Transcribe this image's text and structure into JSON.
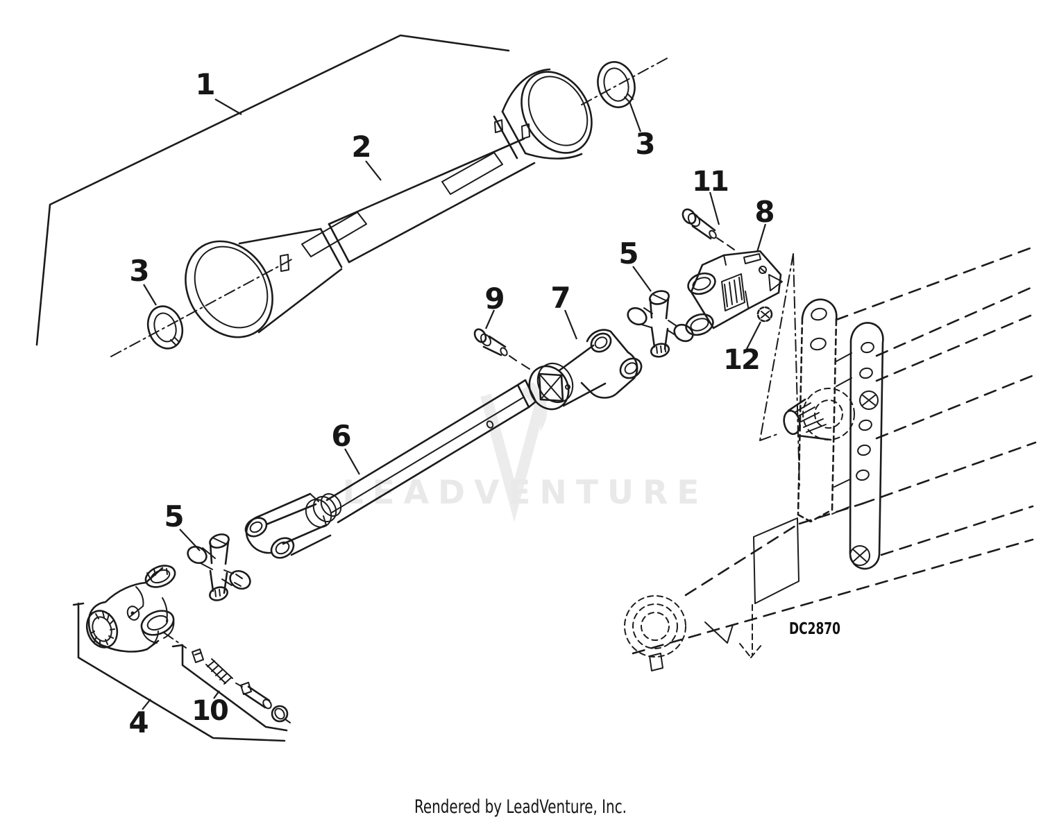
{
  "page": {
    "background": "#ffffff",
    "ink": "#1b1b1b"
  },
  "watermark": {
    "text": "LEADVENTURE",
    "logo": "flame-v-logo",
    "color": "#e9e9e9"
  },
  "diagram": {
    "type": "exploded-parts-diagram",
    "subject": "PTO driveline and shield assembly",
    "part_code": "DC2870",
    "callouts": [
      {
        "label": "1",
        "part": "shield-assembly"
      },
      {
        "label": "2",
        "part": "shield-tube-and-bell"
      },
      {
        "label": "3",
        "part": "shield-bearing-ring-rear"
      },
      {
        "label": "3",
        "part": "shield-bearing-ring-front"
      },
      {
        "label": "4",
        "part": "splined-yoke-assembly"
      },
      {
        "label": "5",
        "part": "u-joint-cross-front"
      },
      {
        "label": "5",
        "part": "u-joint-cross-rear"
      },
      {
        "label": "6",
        "part": "telescoping-drive-shaft"
      },
      {
        "label": "7",
        "part": "sliding-yoke"
      },
      {
        "label": "8",
        "part": "joint-shield-guard"
      },
      {
        "label": "9",
        "part": "clevis-pin"
      },
      {
        "label": "10",
        "part": "spring-and-detent-pin-kit"
      },
      {
        "label": "11",
        "part": "retaining-bolt"
      },
      {
        "label": "12",
        "part": "bushing-cap"
      }
    ]
  },
  "footer": {
    "text": "Rendered by LeadVenture, Inc."
  }
}
